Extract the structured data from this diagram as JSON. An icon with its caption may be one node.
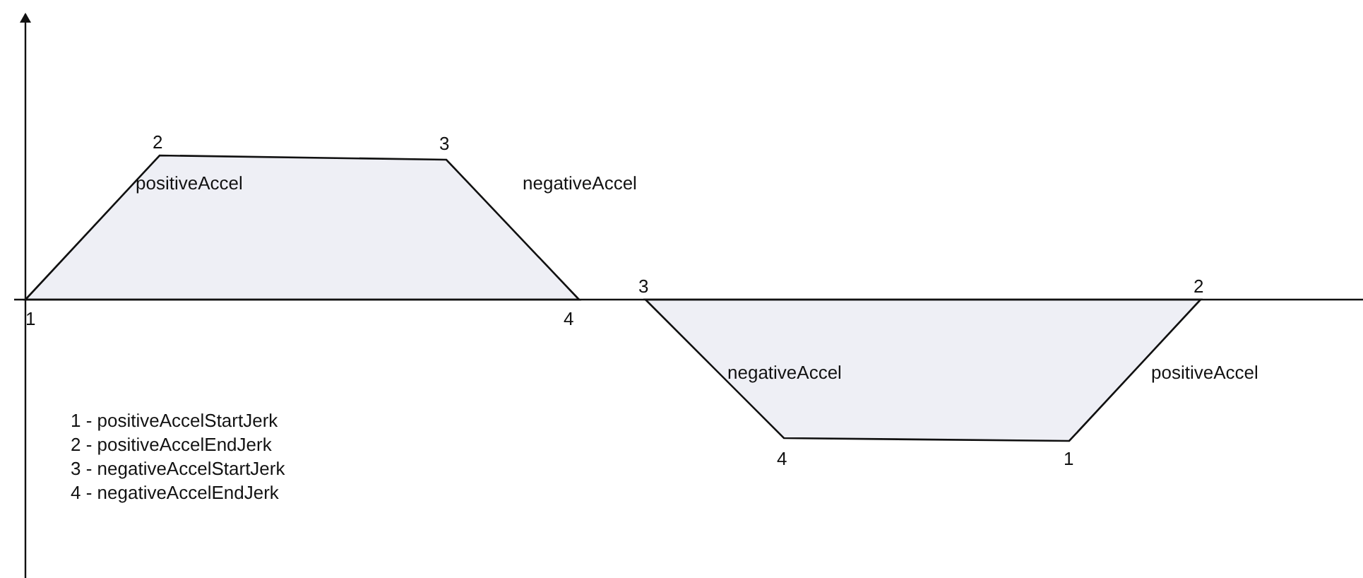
{
  "diagram": {
    "labels": [
      "2",
      "3",
      "positiveAccel",
      "negativeAccel",
      "3",
      "2",
      "1",
      "4",
      "negativeAccel",
      "positiveAccel",
      "1 - positiveAccelStartJerk",
      "2 - positiveAccelEndJerk",
      "4",
      "1",
      "3 - negativeAccelStartJerk",
      "4 - negativeAccelEndJerk"
    ]
  }
}
